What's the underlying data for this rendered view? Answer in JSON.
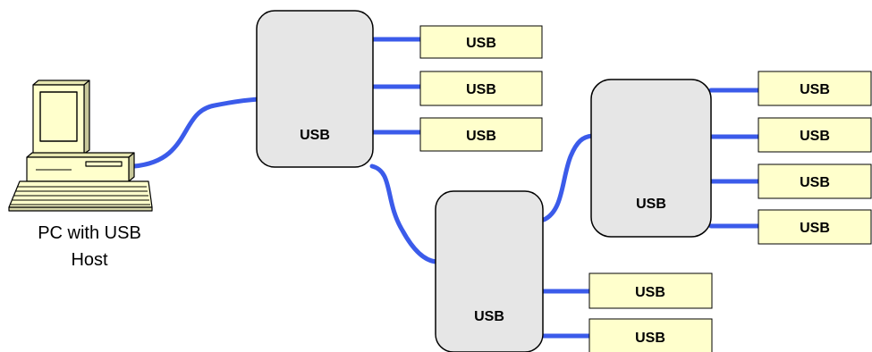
{
  "colors": {
    "cable": "#3b5bea",
    "hub_fill": "#e6e6e6",
    "device_fill": "#ffffcc",
    "pc_fill": "#ffffcc",
    "stroke": "#000000"
  },
  "pc": {
    "caption_line1": "PC with USB",
    "caption_line2": "Host",
    "icon": "desktop-computer-icon"
  },
  "hubs": [
    {
      "id": "hub-1",
      "label": "USB"
    },
    {
      "id": "hub-2",
      "label": "USB"
    },
    {
      "id": "hub-3",
      "label": "USB"
    }
  ],
  "devices": [
    {
      "id": "device-hub1-1",
      "label": "USB"
    },
    {
      "id": "device-hub1-2",
      "label": "USB"
    },
    {
      "id": "device-hub1-3",
      "label": "USB"
    },
    {
      "id": "device-hub3-1",
      "label": "USB"
    },
    {
      "id": "device-hub3-2",
      "label": "USB"
    },
    {
      "id": "device-hub3-3",
      "label": "USB"
    },
    {
      "id": "device-hub3-4",
      "label": "USB"
    },
    {
      "id": "device-hub2-1",
      "label": "USB"
    },
    {
      "id": "device-hub2-2",
      "label": "USB"
    }
  ]
}
